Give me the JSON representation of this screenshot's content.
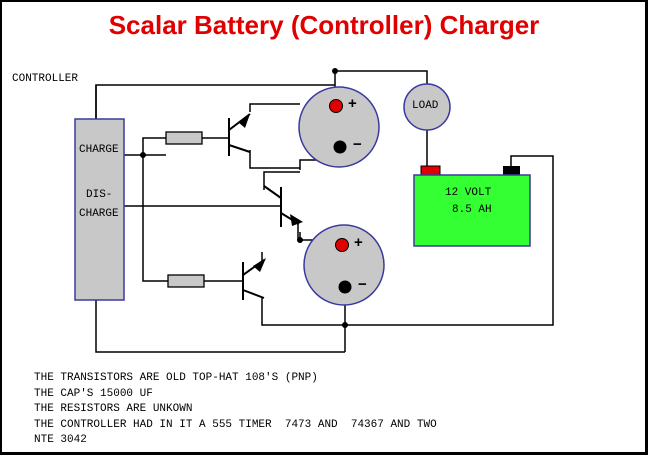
{
  "title": "Scalar Battery (Controller) Charger",
  "controller": {
    "label": "CONTROLLER",
    "charge_label": "CHARGE",
    "discharge_label_1": "DIS-",
    "discharge_label_2": "CHARGE"
  },
  "load": {
    "label": "LOAD"
  },
  "battery": {
    "line1": "12 VOLT",
    "line2": "8.5 AH"
  },
  "capacitor": {
    "plus": "+",
    "minus": "−"
  },
  "notes": [
    "THE TRANSISTORS ARE OLD TOP-HAT 108'S (PNP)",
    "THE CAP'S 15000 UF",
    "THE RESISTORS ARE UNKOWN",
    "THE CONTROLLER HAD IN IT A 555 TIMER  7473 AND  74367 AND TWO",
    "NTE 3042"
  ],
  "colors": {
    "title": "#e00000",
    "battery": "#33ff33",
    "cap": "#c8c8c8",
    "controller": "#c8c8c8",
    "terminal_pos": "#e00000"
  }
}
